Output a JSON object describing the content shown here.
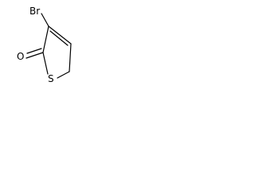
{
  "molecule": {
    "atoms": {
      "br": "Br",
      "o": "O",
      "s": "S"
    },
    "colors": {
      "bond": "#000000",
      "label": "#000000",
      "background": "#ffffff"
    }
  }
}
